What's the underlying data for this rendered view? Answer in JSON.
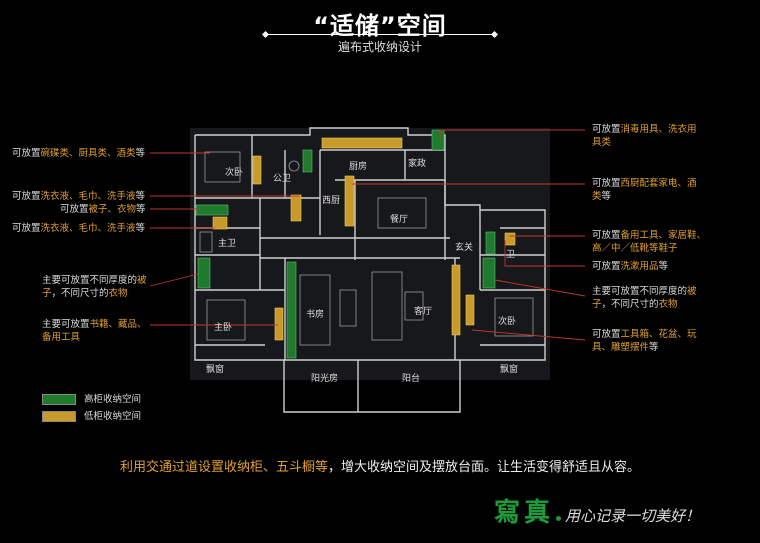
{
  "header": {
    "title": "“适储”空间",
    "subtitle": "遍布式收纳设计"
  },
  "rooms": {
    "ciwo_left": "次卧",
    "gongwei": "公卫",
    "chufang": "厨房",
    "jiazheng": "家政",
    "xichu": "西厨",
    "canting": "餐厅",
    "zhuwei": "主卫",
    "xuanguan": "玄关",
    "wei": "卫",
    "zhuwo": "主卧",
    "shufang": "书房",
    "keting": "客厅",
    "ciwo_right": "次卧",
    "piaochuang_left": "飘窗",
    "piaochuang_right": "飘窗",
    "yangguangfang": "阳光房",
    "yangtai": "阳台"
  },
  "callouts_left": [
    {
      "pre": "可放置",
      "hl": "碗碟类、厨具类、酒类",
      "post": "等"
    },
    {
      "pre": "可放置",
      "hl": "洗衣液、毛巾、洗手液",
      "post": "等"
    },
    {
      "pre": "可放置",
      "hl": "被子、衣物",
      "post": "等"
    },
    {
      "pre": "可放置",
      "hl": "洗衣液、毛巾、洗手液",
      "post": "等"
    },
    {
      "pre": "主要可放置不同厚度的",
      "hl": "被",
      "line2_hl": "子",
      "line2_post": "，不同尺寸的",
      "line2_hl2": "衣物"
    },
    {
      "pre": "主要可放置",
      "hl": "书籍、藏品、",
      "line2_hl": "备用工具"
    }
  ],
  "callouts_right": [
    {
      "pre": "可放置",
      "hl": "消毒用具、洗衣用",
      "line2_hl": "具类"
    },
    {
      "pre": "可放置",
      "hl": "西厨配套家电、酒",
      "line2_hl": "类",
      "line2_post": "等"
    },
    {
      "pre": "可放置",
      "hl": "备用工具、家居鞋、",
      "line2_hl": "高／中／低靴等鞋子"
    },
    {
      "pre": "可放置",
      "hl": "洗漱用品",
      "post": "等"
    },
    {
      "pre": "主要可放置不同厚度的",
      "hl": "被",
      "line2_hl": "子",
      "line2_post": "，不同尺寸的",
      "line2_hl2": "衣物"
    },
    {
      "pre": "可放置",
      "hl": "工具箱、花盆、玩",
      "line2_hl": "具、雕塑摆件",
      "line2_post": "等"
    }
  ],
  "legend": {
    "high": {
      "label": "高柜收纳空间",
      "color": "#1f7a2e"
    },
    "low": {
      "label": "低柜收纳空间",
      "color": "#c89a2a"
    }
  },
  "footer": {
    "pre": "利用交通过道设置",
    "hl": "收纳柜、五斗橱等",
    "post": "，增大收纳空间及摆放台面。让生活变得舒适且从容。"
  },
  "brand": {
    "name": "寫真",
    "slogan": "用心记录一切美好！"
  }
}
